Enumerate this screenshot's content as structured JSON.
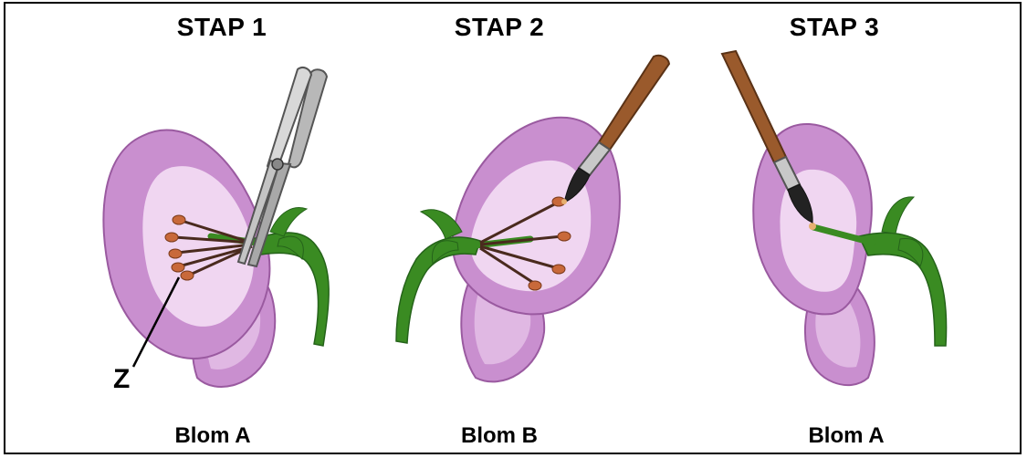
{
  "steps": [
    {
      "title": "STAP 1",
      "flower": "Blom A"
    },
    {
      "title": "STAP 2",
      "flower": "Blom B"
    },
    {
      "title": "STAP 3",
      "flower": "Blom A"
    }
  ],
  "pointer_label": "Z",
  "colors": {
    "petal_outer": "#c98fcf",
    "petal_inner": "#f0d6f1",
    "petal_edge": "#9a5aa0",
    "stem": "#3a8b22",
    "stem_dark": "#25631a",
    "anther": "#c8693a",
    "filament": "#4a2a1e",
    "brush_handle": "#9a5a2c",
    "brush_ferrule": "#c8c8c8",
    "brush_tip": "#222222",
    "scissors": "#b8b8b8"
  }
}
